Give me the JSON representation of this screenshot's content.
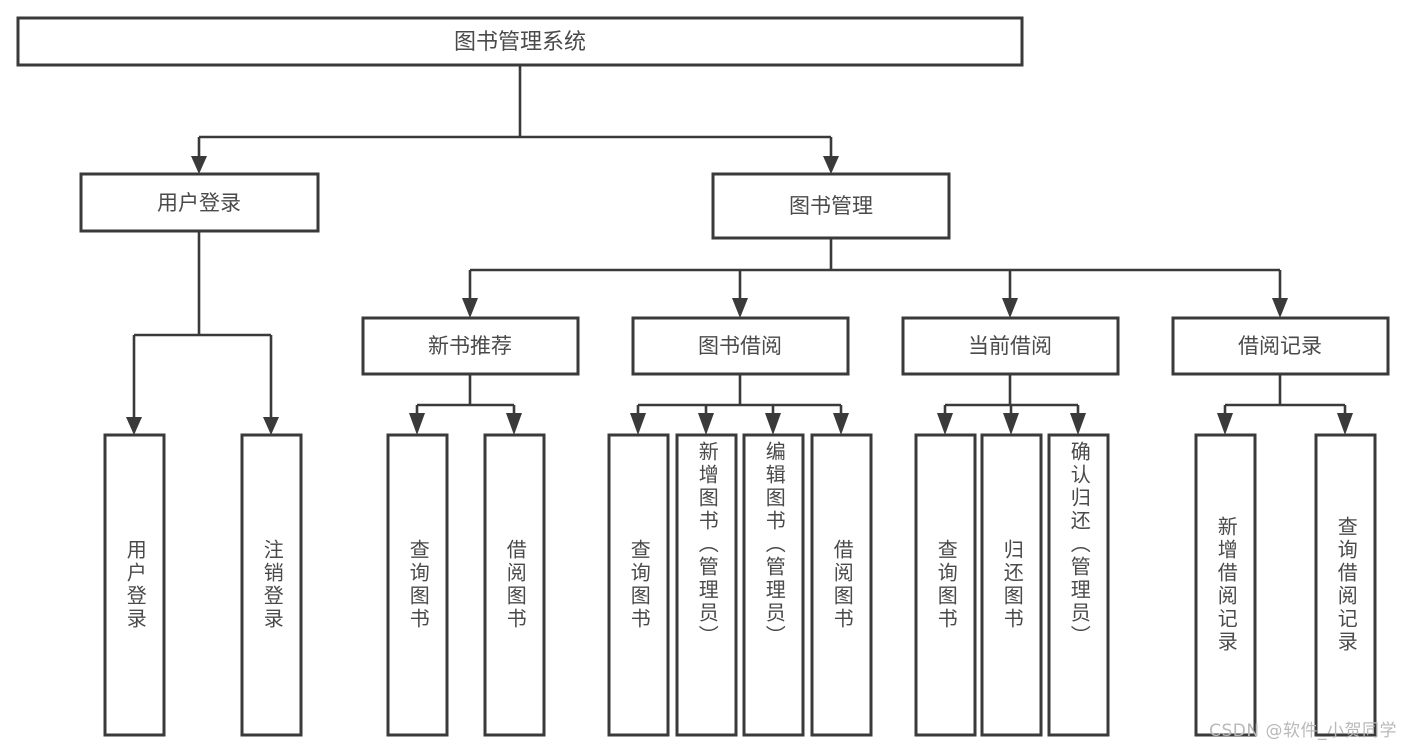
{
  "diagram": {
    "title": "图书管理系统",
    "type": "tree-hierarchy",
    "colors": {
      "box_stroke": "#3a3a3a",
      "box_fill": "#ffffff",
      "text": "#4a4a4a",
      "background": "#ffffff",
      "watermark": "#b9b9b9"
    },
    "root": {
      "label": "图书管理系统"
    },
    "level1": [
      {
        "label": "用户登录"
      },
      {
        "label": "图书管理"
      }
    ],
    "level2": [
      {
        "label": "新书推荐"
      },
      {
        "label": "图书借阅"
      },
      {
        "label": "当前借阅"
      },
      {
        "label": "借阅记录"
      }
    ],
    "leaves": {
      "user_login": [
        {
          "label": "用户登录"
        },
        {
          "label": "注销登录"
        }
      ],
      "new_book_recommend": [
        {
          "label": "查询图书"
        },
        {
          "label": "借阅图书"
        }
      ],
      "book_borrow": [
        {
          "label": "查询图书"
        },
        {
          "label": "新增图书（管理员）"
        },
        {
          "label": "编辑图书（管理员）"
        },
        {
          "label": "借阅图书"
        }
      ],
      "current_borrow": [
        {
          "label": "查询图书"
        },
        {
          "label": "归还图书"
        },
        {
          "label": "确认归还（管理员）"
        }
      ],
      "borrow_record": [
        {
          "label": "新增借阅记录"
        },
        {
          "label": "查询借阅记录"
        }
      ]
    }
  },
  "watermark": {
    "text": "CSDN @软件_小贺同学"
  }
}
